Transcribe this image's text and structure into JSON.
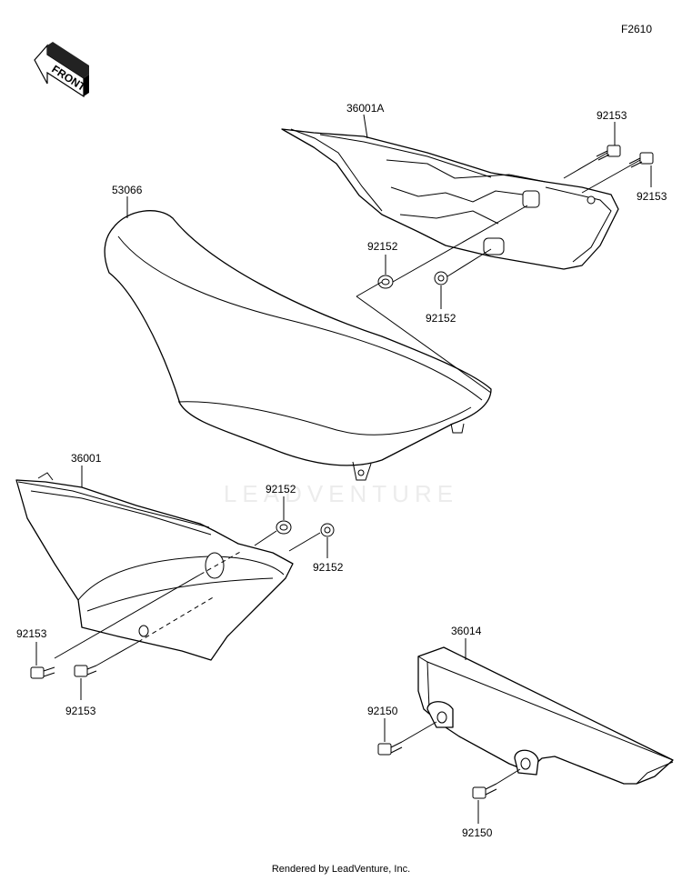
{
  "diagram": {
    "figure_code": "F2610",
    "front_arrow_label": "FRONT",
    "watermark": "LEADVENTURE",
    "footer": "Rendered by LeadVenture, Inc.",
    "callouts": {
      "rear_right_cover": "36001A",
      "seat": "53066",
      "left_cover": "36001",
      "chain_guard": "36014",
      "bolt_top_a": "92153",
      "bolt_top_b": "92153",
      "collar_top_a": "92152",
      "collar_top_b": "92152",
      "collar_mid_a": "92152",
      "collar_mid_b": "92152",
      "bolt_left_a": "92153",
      "bolt_left_b": "92153",
      "bolt_chain_a": "92150",
      "bolt_chain_b": "92150"
    }
  }
}
